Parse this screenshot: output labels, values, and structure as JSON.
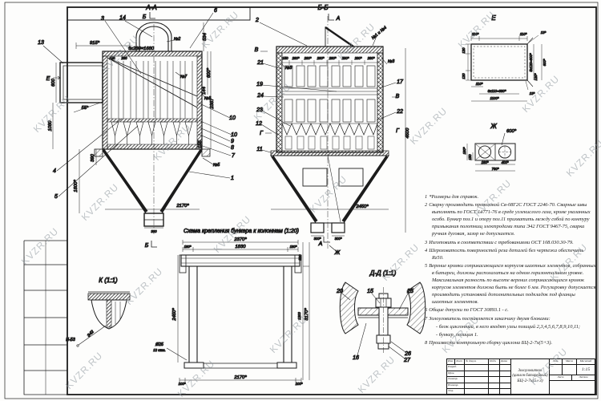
{
  "watermark": {
    "text": "KVZR.RU"
  },
  "aa": {
    "title": "А-А",
    "marker_b": "Б",
    "marker_e": "Е",
    "parts": {
      "p1": "1",
      "p2": "2",
      "p3": "3",
      "p4": "4",
      "p5": "5",
      "p6": "6",
      "p7": "7",
      "p8": "8",
      "p9": "9",
      "p10": "10",
      "p13": "13",
      "p14": "14"
    },
    "welds": {
      "n2": "№2",
      "n3": "№3",
      "n5": "№5",
      "n7": "№7"
    },
    "dims": {
      "w915": "915*",
      "h600": "600",
      "h1080": "1080",
      "a55": "55°",
      "row": "6х280=1680",
      "d150": "150",
      "d280": "280",
      "v534": "534",
      "v600": "600*",
      "v144": "144",
      "v2387": "2387",
      "v155": "155",
      "v390": "390",
      "v1600": "1600*",
      "w2170": "2170*",
      "w300": "300"
    }
  },
  "bb": {
    "title": "Б-Б",
    "markers": {
      "a": "А",
      "v": "В",
      "g": "Г",
      "zh": "Ж"
    },
    "parts": {
      "p11": "11",
      "p12": "12",
      "p17": "17",
      "p19": "19",
      "p21": "21",
      "p22": "22",
      "p23": "23",
      "p24": "24"
    },
    "welds": {
      "n3": "№3",
      "n14": "№1 и №4"
    },
    "dims": {
      "d150": "150",
      "pitch": "280*",
      "w2450": "2450*",
      "w300": "300*",
      "h4500": "4500"
    }
  },
  "e": {
    "title": "Е",
    "dims": {
      "t110": "110*",
      "c13": "13*",
      "m120": "120",
      "rowv": "5х120=600*",
      "h600": "600*",
      "p120": "120*",
      "b110": "110*",
      "rowh": "8х110=880*",
      "w1100": "1100*"
    }
  },
  "zh": {
    "title": "Ж",
    "dims": {
      "d600": "600*",
      "v180": "180*",
      "v150": "150",
      "b180": "180*",
      "b400": "400*",
      "b760": "760*"
    }
  },
  "k": {
    "title": "К (1:1)",
    "weld": "Э42",
    "tag": "Н-Б3"
  },
  "dd": {
    "title": "Д-Д (1:1)",
    "parts": {
      "p15": "15",
      "p16": "16",
      "p20": "20",
      "p25": "25",
      "p26": "26",
      "p27": "27"
    }
  },
  "schema": {
    "title": "Схема крепления бункера к колоннам (1:20)",
    "marker_b": "Б",
    "dims": {
      "w2370": "2370*",
      "s180": "180*",
      "w1830": "1830",
      "b100": "100*",
      "w2170": "2170*",
      "v2450": "2450*",
      "v520": "520",
      "v1200": "1200",
      "v3170": "3170*",
      "hole": "Ø25",
      "holes": "12 отв."
    }
  },
  "notes": {
    "items": [
      {
        "num": "1",
        "text": "*Размеры для справок."
      },
      {
        "num": "2",
        "text": "Сварку производить проволокой Св-08Г2С ГОСТ 2246-70. Сварные швы выполнять по ГОСТ 14771-76 в среде углекислого газа, кроме указанных особо. Бункер поз.1 и опору поз.11 прихватить между собой по контуру примыкания полотнищ электродами типа Э42 ГОСТ 9467-75, сварка ручная дуговая, зазор не допускается."
      },
      {
        "num": "3",
        "text": "Изготовить в соответствии с требованиями ОСТ 108.030.30-79."
      },
      {
        "num": "4",
        "text": "Шероховатость поверхностей реза деталей без чертежа обеспечить Rz50."
      },
      {
        "num": "5",
        "text": "Верхние кромки соприкасающихся корпусов шахтных элементов, собранных в батареи, должны располагаться на одном горизонтальном уровне. Максимальная разность по высоте верхних соприкасающихся кромок корпусов элементов должна быть не более 6 мм. Регулировку допускается производить установкой дополнительных подкладок под фланцы шахтных элементов."
      },
      {
        "num": "6",
        "text": "Общие допуски по ГОСТ 30893.1 - с."
      },
      {
        "num": "7",
        "text": "Золоуловитель поставляется заказчику двумя блоками:"
      },
      {
        "num": "",
        "text": "- блок циклонный, в него входят узлы позиций 2,3,4,5,6,7,8,9,10,11;"
      },
      {
        "num": "",
        "text": "- бункер, позиция 1."
      },
      {
        "num": "8",
        "text": "Произвести контрольную сборку циклона БЦ-2-7х(5+3)."
      }
    ]
  },
  "titleblock": {
    "name1": "Золоуловитель",
    "name2": "(циклон батарейный)",
    "name3": "БЦ-2-7х(5+3)",
    "scale": "1:15",
    "col_izm": "Изм.",
    "col_list": "Лист",
    "col_doc": "№ докум.",
    "col_podp": "Подп.",
    "col_data": "Дата",
    "row_razrab": "Разраб.",
    "row_prov": "Пров.",
    "row_tkontr": "Т.контр.",
    "row_nkontr": "Н.контр.",
    "row_utv": "Утв.",
    "lit": "Лит.",
    "massa": "Масса",
    "masshtab": "Масштаб",
    "list": "Лист",
    "listov": "Листов"
  }
}
